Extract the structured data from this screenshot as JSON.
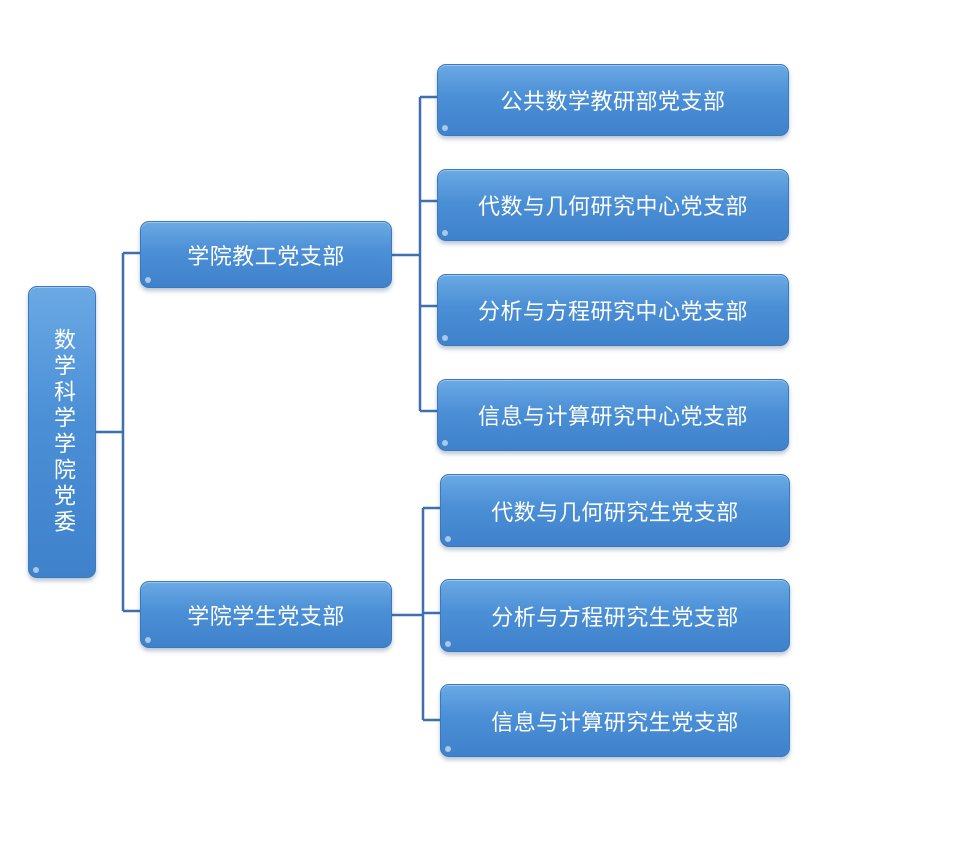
{
  "root": {
    "label": "数学科学学院党委"
  },
  "branches": [
    {
      "label": "学院教工党支部",
      "children": [
        "公共数学教研部党支部",
        "代数与几何研究中心党支部",
        "分析与方程研究中心党支部",
        "信息与计算研究中心党支部"
      ]
    },
    {
      "label": "学院学生党支部",
      "children": [
        "代数与几何研究生党支部",
        "分析与方程研究生党支部",
        "信息与计算研究生党支部"
      ]
    }
  ],
  "colors": {
    "box_fill": "#4b8fd6",
    "box_border": "#3a78bf",
    "connector": "#3f6fae",
    "text": "#ffffff"
  }
}
